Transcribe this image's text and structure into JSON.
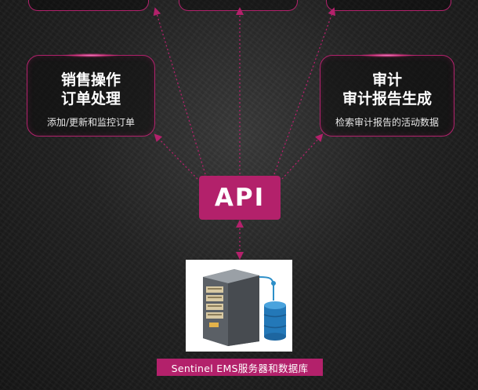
{
  "colors": {
    "accent": "#b3216b",
    "background": "#1f1f1f",
    "text": "#ffffff"
  },
  "left_box": {
    "title_line1": "销售操作",
    "title_line2": "订单处理",
    "subtitle": "添加/更新和监控订单"
  },
  "right_box": {
    "title_line1": "审计",
    "title_line2": "审计报告生成",
    "subtitle": "检索审计报告的活动数据"
  },
  "api": {
    "label": "API"
  },
  "server": {
    "icon": "server-icon",
    "db_icon": "database-icon",
    "caption": "Sentinel EMS服务器和数据库"
  }
}
